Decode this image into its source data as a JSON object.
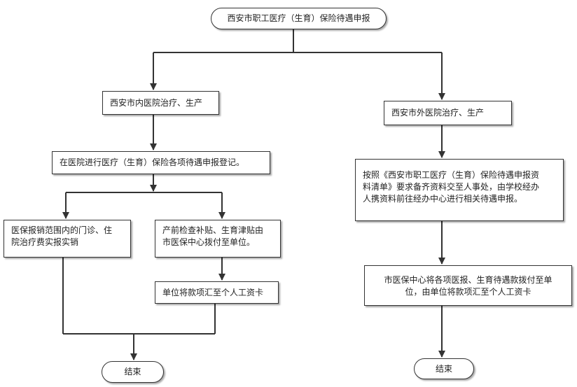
{
  "flowchart": {
    "start": "西安市职工医疗（生育）保险待遇申报",
    "left": {
      "branch_title": "西安市内医院治疗、生产",
      "register": "在医院进行医疗（生育）保险各项待遇申报登记。",
      "reimburse": "医保报销范围内的门诊、住\n院治疗费实报实销",
      "subsidy": "产前检查补贴、生育津贴由\n市医保中心拨付至单位。",
      "transfer": "单位将款项汇至个人工资卡",
      "end": "结束"
    },
    "right": {
      "branch_title": "西安市外医院治疗、生产",
      "materials": "按照《西安市职工医疗（生育）保险待遇申报资\n料清单》要求备齐资料交至人事处，由学校经办\n人携资料前往经办中心进行相关待遇申报。",
      "payout": "市医保中心将各项医报、生育待遇款拨付至单\n位，由单位将款项汇至个人工资卡",
      "end": "结束"
    }
  }
}
